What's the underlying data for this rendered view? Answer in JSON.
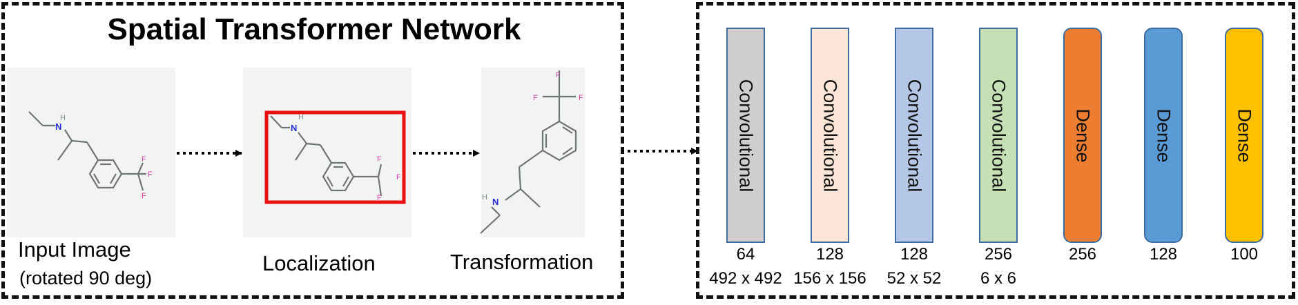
{
  "stn": {
    "title": "Spatial Transformer Network",
    "input_caption": "Input Image",
    "input_subcaption": "(rotated 90 deg)",
    "localization_caption": "Localization",
    "transformation_caption": "Transformation"
  },
  "atoms": {
    "hydrogen": "H",
    "nitrogen": "N",
    "fluorine": "F"
  },
  "network": {
    "layers": [
      {
        "type": "Convolutional",
        "filters": "64",
        "size": "492 x 492",
        "color": "#d0cece"
      },
      {
        "type": "Convolutional",
        "filters": "128",
        "size": "156 x 156",
        "color": "#fbe5d6"
      },
      {
        "type": "Convolutional",
        "filters": "128",
        "size": "52 x 52",
        "color": "#b4c7e7"
      },
      {
        "type": "Convolutional",
        "filters": "256",
        "size": "6 x 6",
        "color": "#c5e0b4"
      },
      {
        "type": "Dense",
        "filters": "256",
        "size": "",
        "color": "#ed7d31"
      },
      {
        "type": "Dense",
        "filters": "128",
        "size": "",
        "color": "#5b9bd5"
      },
      {
        "type": "Dense",
        "filters": "100",
        "size": "",
        "color": "#ffc000"
      }
    ]
  },
  "colors": {
    "crop_box": "#e81010",
    "bond": "#6f7474",
    "nitrogen": "#2430d6",
    "hydrogen": "#7c8e83",
    "fluorine": "#d640a8"
  }
}
